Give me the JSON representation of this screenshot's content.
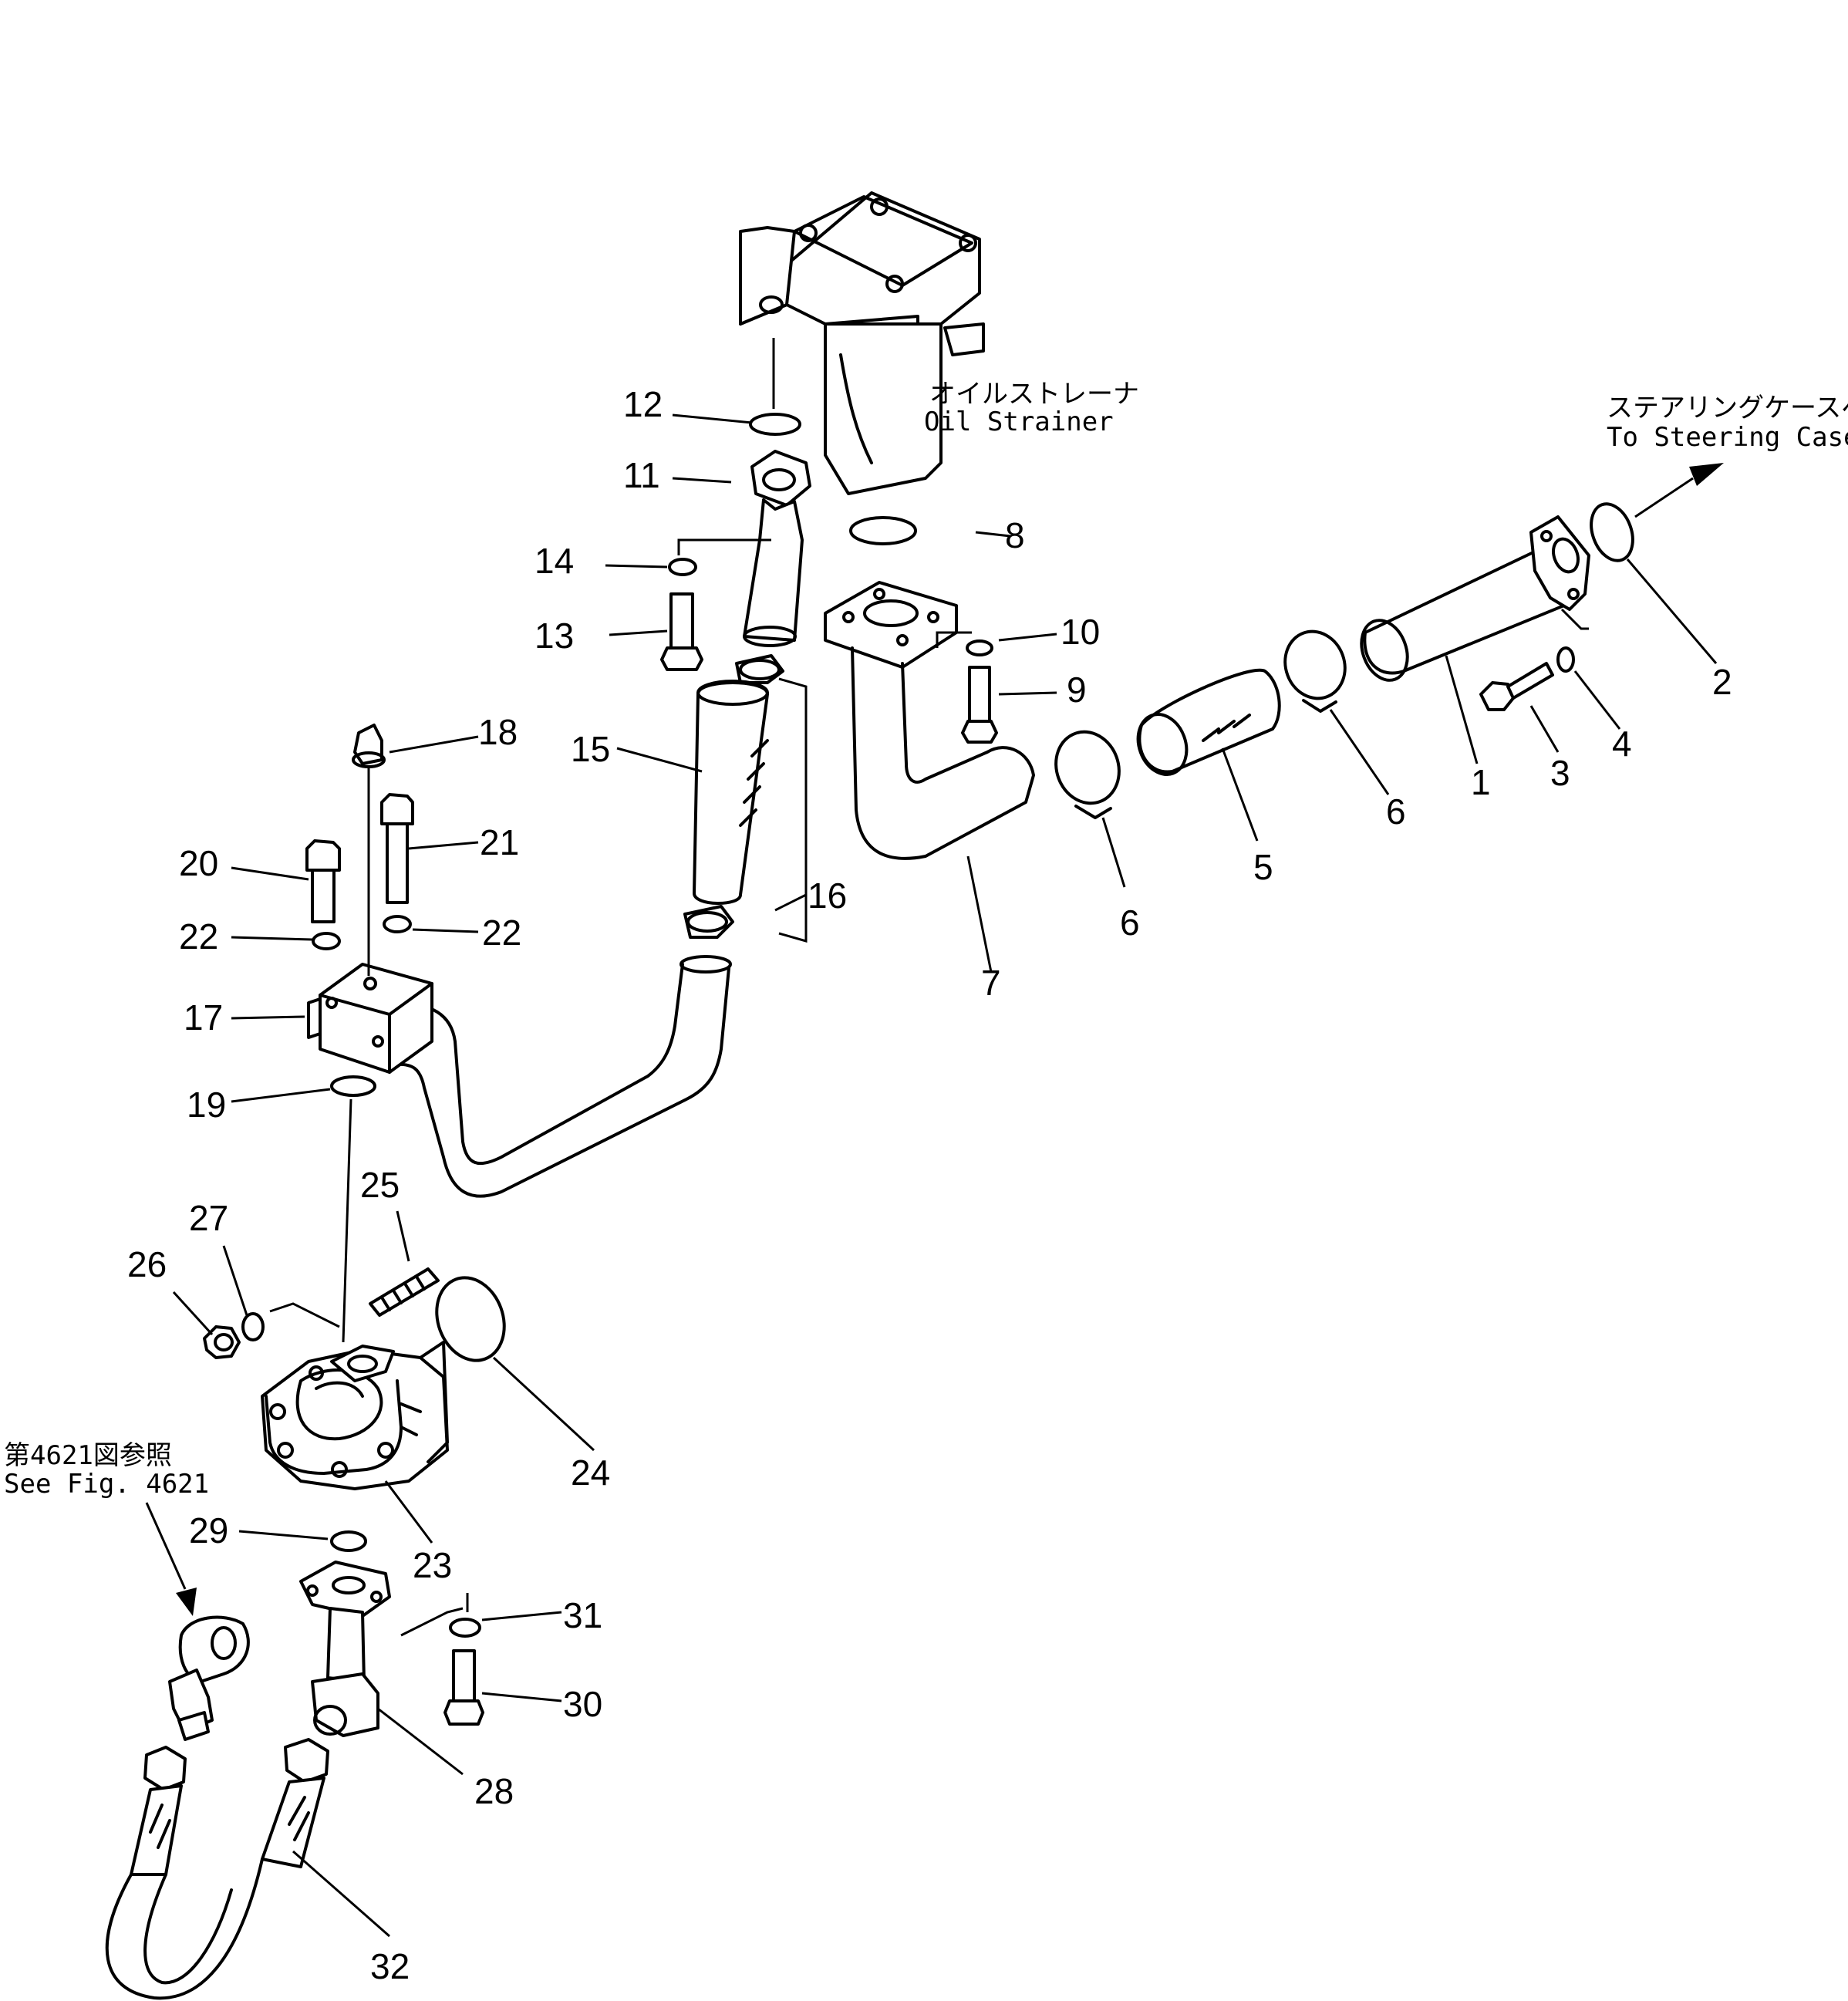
{
  "notes": {
    "oil_strainer_jp": "オイルストレーナ",
    "oil_strainer_en": "Oil Strainer",
    "steering_jp": "ステアリングケースへ",
    "steering_en": "To Steering Case",
    "fig_ref_jp": "第4621図参照",
    "fig_ref_en": "See Fig. 4621"
  },
  "callouts": {
    "c1": "1",
    "c2": "2",
    "c3": "3",
    "c4": "4",
    "c5": "5",
    "c6a": "6",
    "c6b": "6",
    "c7": "7",
    "c8": "8",
    "c9": "9",
    "c10": "10",
    "c11": "11",
    "c12": "12",
    "c13": "13",
    "c14": "14",
    "c15": "15",
    "c16": "16",
    "c17": "17",
    "c18": "18",
    "c19": "19",
    "c20": "20",
    "c21": "21",
    "c22a": "22",
    "c22b": "22",
    "c23": "23",
    "c24": "24",
    "c25": "25",
    "c26": "26",
    "c27": "27",
    "c28": "28",
    "c29": "29",
    "c30": "30",
    "c31": "31",
    "c32": "32"
  }
}
